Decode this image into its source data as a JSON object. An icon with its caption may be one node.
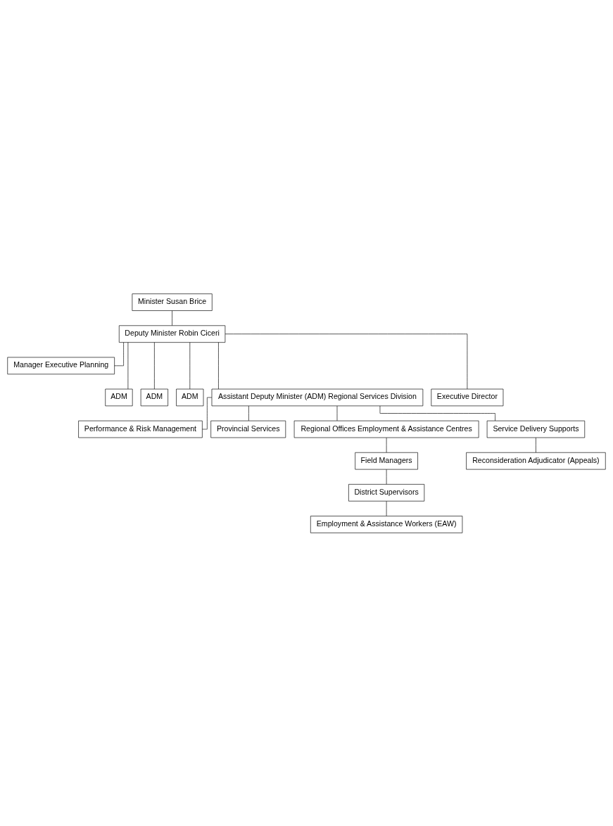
{
  "diagram": {
    "nodes": [
      {
        "text": [
          "Minister Susan Brice"
        ]
      },
      {
        "text": [
          "Deputy Minister Robin Ciceri"
        ]
      },
      {
        "text": [
          "Manager Executive Planning"
        ]
      },
      {
        "text": [
          "ADM"
        ]
      },
      {
        "text": [
          "ADM"
        ]
      },
      {
        "text": [
          "ADM"
        ]
      },
      {
        "text": [
          "Assistant Deputy Minister (ADM) Regional Services Division"
        ]
      },
      {
        "text": [
          "Executive Director"
        ]
      },
      {
        "text": [
          "Performance & Risk Management"
        ]
      },
      {
        "text": [
          "Provincial Services"
        ]
      },
      {
        "text": [
          "Regional Offices Employment & Assistance Centres"
        ]
      },
      {
        "text": [
          "Service Delivery Supports"
        ]
      },
      {
        "text": [
          "Field Managers"
        ]
      },
      {
        "text": [
          "Reconsideration Adjudicator (Appeals)"
        ]
      },
      {
        "text": [
          "District Supervisors"
        ]
      },
      {
        "text": [
          "Employment & Assistance Workers (EAW)"
        ]
      }
    ],
    "edges": [
      {
        "from": 0,
        "to": 1,
        "arrow": "none"
      },
      {
        "from": 1,
        "to": 2,
        "arrow": "none"
      },
      {
        "from": 1,
        "to": 3,
        "arrow": "none"
      },
      {
        "from": 1,
        "to": 4,
        "arrow": "none"
      },
      {
        "from": 1,
        "to": 5,
        "arrow": "none"
      },
      {
        "from": 1,
        "to": 6,
        "arrow": "none"
      },
      {
        "from": 1,
        "to": 7,
        "arrow": "none"
      },
      {
        "from": 6,
        "to": 8,
        "arrow": "none"
      },
      {
        "from": 6,
        "to": 9,
        "arrow": "none"
      },
      {
        "from": 6,
        "to": 10,
        "arrow": "none"
      },
      {
        "from": 6,
        "to": 11,
        "arrow": "none"
      },
      {
        "from": 10,
        "to": 12,
        "arrow": "none"
      },
      {
        "from": 11,
        "to": 13,
        "arrow": "none"
      },
      {
        "from": 12,
        "to": 14,
        "arrow": "none"
      },
      {
        "from": 14,
        "to": 15,
        "arrow": "none"
      }
    ]
  }
}
